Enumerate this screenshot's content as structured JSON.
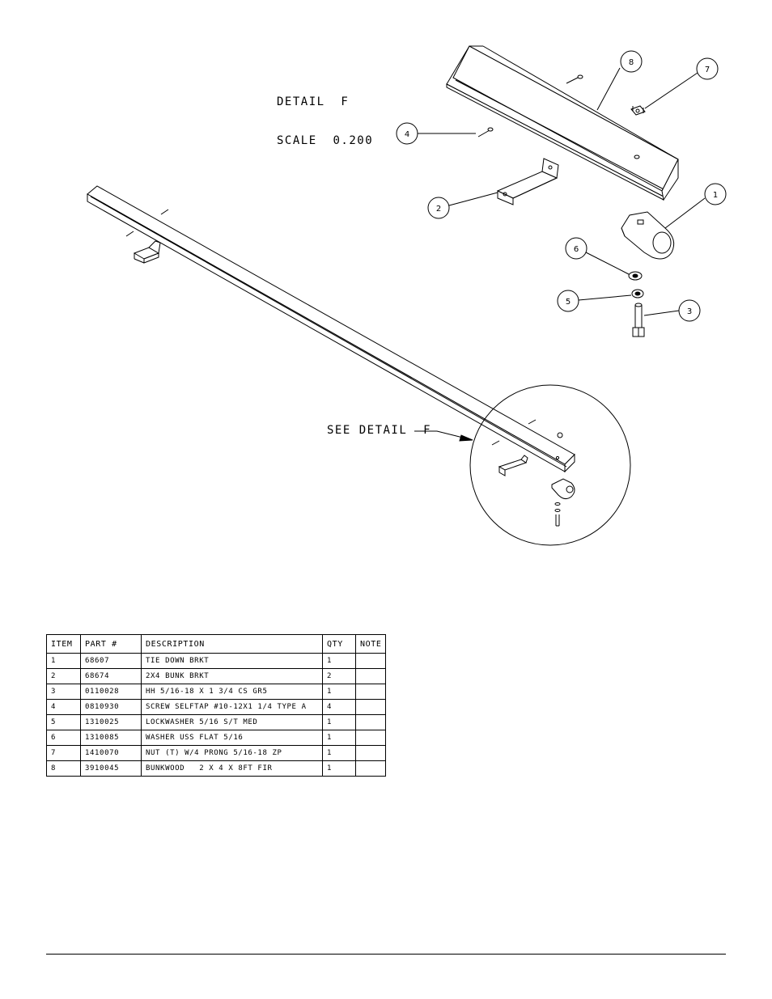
{
  "detail": {
    "title_line1": "DETAIL  F",
    "title_line2": "SCALE  0.200",
    "see_detail": "SEE DETAIL  F"
  },
  "balloons": [
    "1",
    "2",
    "3",
    "4",
    "5",
    "6",
    "7",
    "8"
  ],
  "bom": {
    "headers": [
      "ITEM",
      "PART #",
      "DESCRIPTION",
      "QTY",
      "NOTE"
    ],
    "rows": [
      {
        "item": "1",
        "part": "68607",
        "description": "TIE DOWN BRKT",
        "qty": "1",
        "note": ""
      },
      {
        "item": "2",
        "part": "68674",
        "description": "2X4 BUNK BRKT",
        "qty": "2",
        "note": ""
      },
      {
        "item": "3",
        "part": "0110028",
        "description": "HH 5/16-18 X 1 3/4 CS GR5",
        "qty": "1",
        "note": ""
      },
      {
        "item": "4",
        "part": "0810930",
        "description": "SCREW SELFTAP #10-12X1 1/4 TYPE A",
        "qty": "4",
        "note": ""
      },
      {
        "item": "5",
        "part": "1310025",
        "description": "LOCKWASHER 5/16 S/T MED",
        "qty": "1",
        "note": ""
      },
      {
        "item": "6",
        "part": "1310085",
        "description": "WASHER USS FLAT 5/16",
        "qty": "1",
        "note": ""
      },
      {
        "item": "7",
        "part": "1410070",
        "description": "NUT (T) W/4 PRONG 5/16-18 ZP",
        "qty": "1",
        "note": ""
      },
      {
        "item": "8",
        "part": "3910045",
        "description": "BUNKWOOD   2 X 4 X 8FT FIR",
        "qty": "1",
        "note": ""
      }
    ]
  }
}
